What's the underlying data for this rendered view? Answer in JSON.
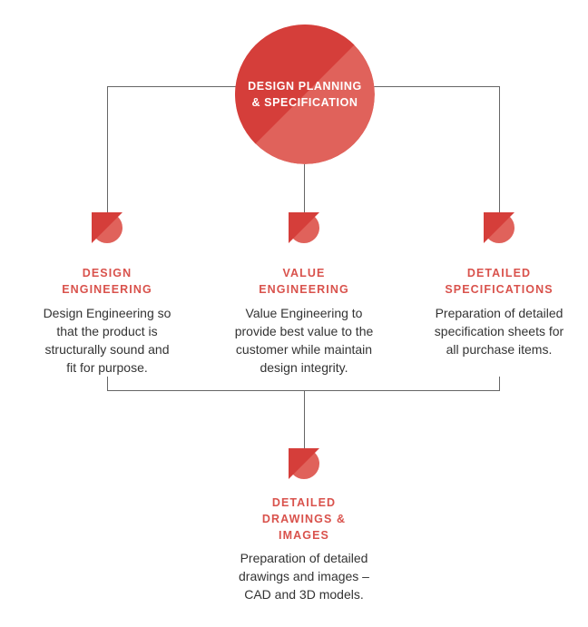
{
  "colors": {
    "primary_red": "#d53e3a",
    "secondary_red": "#e0625b",
    "line": "#666666",
    "text": "#333333",
    "heading": "#d9524c"
  },
  "root": {
    "title_lines": [
      "DESIGN PLANNING",
      "& SPECIFICATION"
    ]
  },
  "nodes": {
    "design_engineering": {
      "heading_lines": [
        "DESIGN",
        "ENGINEERING"
      ],
      "description_lines": [
        "Design Engineering so",
        "that the product is",
        "structurally sound and",
        "fit for purpose."
      ]
    },
    "value_engineering": {
      "heading_lines": [
        "VALUE",
        "ENGINEERING"
      ],
      "description_lines": [
        "Value Engineering to",
        "provide best value to the",
        "customer while maintain",
        "design integrity."
      ]
    },
    "detailed_specifications": {
      "heading_lines": [
        "DETAILED",
        "SPECIFICATIONS"
      ],
      "description_lines": [
        "Preparation of detailed",
        "specification sheets for",
        "all purchase items."
      ]
    },
    "detailed_drawings": {
      "heading_lines": [
        "DETAILED",
        "DRAWINGS &",
        "IMAGES"
      ],
      "description_lines": [
        "Preparation of detailed",
        "drawings and images –",
        "CAD and 3D models."
      ]
    }
  }
}
